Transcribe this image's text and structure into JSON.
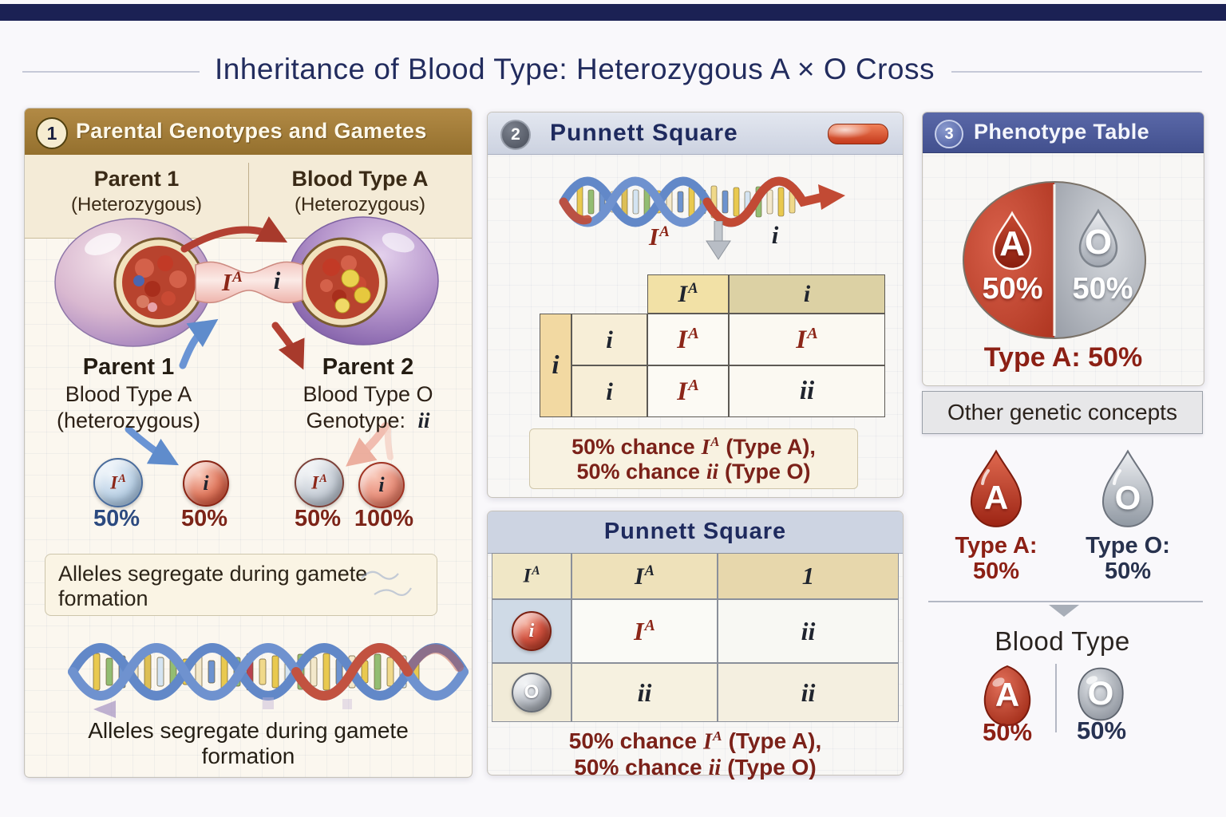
{
  "colors": {
    "navy": "#1e2a5e",
    "maroon": "#8c2618",
    "caption_red": "#7b2119",
    "panel1_header_brown": "#a5803c",
    "panel3_header_blue": "#4c5a9c",
    "pie_red": "#c4462e",
    "pie_gray": "#b7bac1"
  },
  "header": {
    "title": "Inheritance of Blood Type: Heterozygous A × O Cross"
  },
  "panel1": {
    "number": "1",
    "title": "Parental Genotypes and Gametes",
    "col1": {
      "title": "Parent 1",
      "subtitle": "(Heterozygous)"
    },
    "col2": {
      "title": "Blood Type A",
      "subtitle": "(Heterozygous)"
    },
    "bridge": {
      "a_base": "I",
      "a_sup": "A",
      "i": "i"
    },
    "parent1": {
      "line1": "Parent 1",
      "line2": "Blood Type A",
      "line3": "(heterozygous)"
    },
    "parent2": {
      "line1": "Parent 2",
      "line2": "Blood Type O",
      "line3_label": "Genotype:",
      "line3_value": "ii"
    },
    "gametes": [
      {
        "base": "I",
        "sup": "A",
        "pct": "50%"
      },
      {
        "base": "i",
        "pct": "50%"
      },
      {
        "base": "I",
        "sup": "A",
        "pct": "50%"
      },
      {
        "base": "i",
        "pct": "100%"
      }
    ],
    "note_line1": "Alleles segregate during gamete",
    "note_line2": "formation",
    "caption_line1": "Alleles segregate during gamete",
    "caption_line2": "formation"
  },
  "panel2": {
    "number": "2",
    "title": "Punnett Square",
    "dna": {
      "left_base": "I",
      "left_sup": "A",
      "right": "i"
    },
    "square1": {
      "col_header1": {
        "base": "I",
        "sup": "A"
      },
      "col_header2": {
        "base": "i"
      },
      "outer_row_header": "i",
      "row_header1": "i",
      "row_header2": "i",
      "r1c1": {
        "base": "I",
        "sup": "A"
      },
      "r1c2": {
        "base": "I",
        "sup": "A"
      },
      "r2c1": {
        "base": "I",
        "sup": "A"
      },
      "r2c2": {
        "base": "ii"
      }
    },
    "caption1": {
      "pre1": "50% chance",
      "al1_base": "I",
      "al1_sup": "A",
      "post1": "(Type A),",
      "pre2": "50% chance",
      "al2": "ii",
      "post2": "(Type O)"
    },
    "square2": {
      "title": "Punnett Square",
      "col_header1": {
        "base": "I",
        "sup": "A"
      },
      "col_header2": {
        "base": "I",
        "sup": "A"
      },
      "col_header3": {
        "base": "1"
      },
      "row1_sphere": "i",
      "row2_sphere": "O",
      "r1c1": {
        "base": "I",
        "sup": "A"
      },
      "r1c2": {
        "base": "ii"
      },
      "r2c1": {
        "base": "ii"
      },
      "r2c2": {
        "base": "ii"
      }
    },
    "caption2": {
      "pre1": "50% chance",
      "al1_base": "I",
      "al1_sup": "A",
      "post1": "(Type A),",
      "pre2": "50% chance",
      "al2": "ii",
      "post2": "(Type O)"
    }
  },
  "panel3": {
    "number": "3",
    "title": "Phenotype Table",
    "pie": {
      "left_letter": "A",
      "left_pct": "50%",
      "right_letter": "O",
      "right_pct": "50%"
    },
    "pie_caption": "Type A: 50%",
    "other_header": "Other genetic concepts",
    "drop_a": {
      "letter": "A",
      "label": "Type A:",
      "pct": "50%"
    },
    "drop_o": {
      "letter": "O",
      "label": "Type O:",
      "pct": "50%"
    },
    "blood_type": {
      "title": "Blood Type",
      "a_letter": "A",
      "a_pct": "50%",
      "o_letter": "O",
      "o_pct": "50%"
    }
  }
}
